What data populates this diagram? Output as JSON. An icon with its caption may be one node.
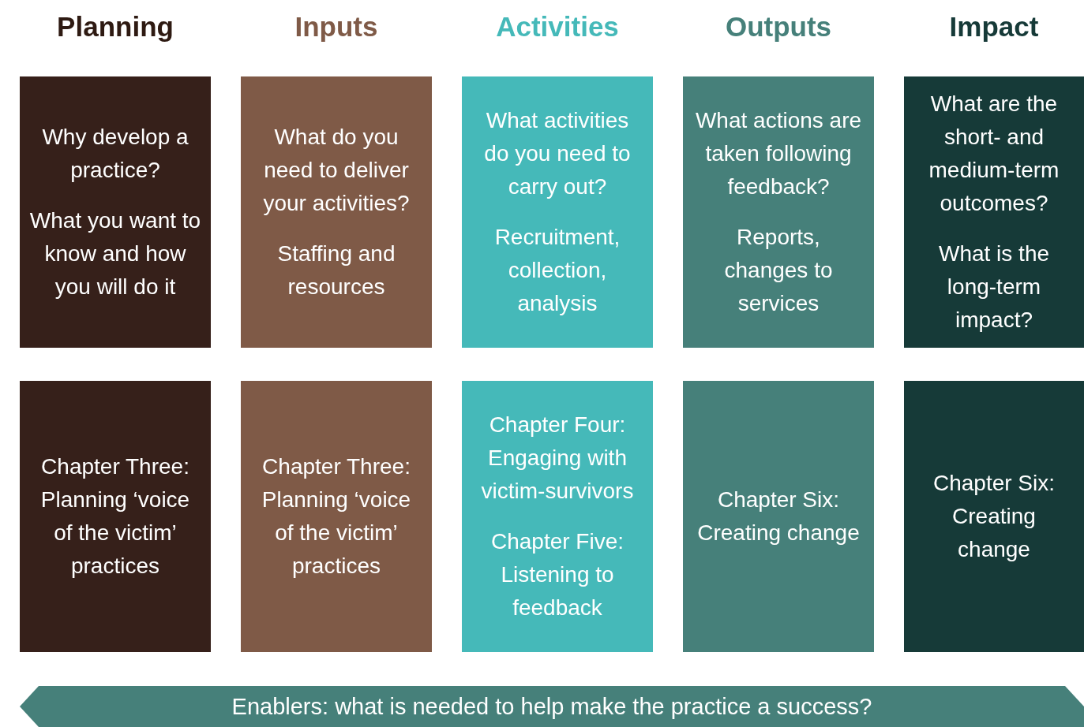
{
  "diagram": {
    "nodes": [
      {
        "text": [
          "Why develop a practice?",
          "What you want to know and how you will do it"
        ]
      },
      {
        "text": [
          "What do you need to deliver your activities?",
          "Staffing and resources"
        ]
      },
      {
        "text": [
          "What activities do you need to carry out?",
          "Recruitment, collection, analysis"
        ]
      },
      {
        "text": [
          "What actions are taken following feedback?",
          "Reports, changes to services"
        ]
      },
      {
        "text": [
          "What are the short- and medium-term outcomes?",
          "What is the long-term impact?"
        ]
      },
      {
        "text": [
          "Chapter Three: Planning ‘voice of the victim’ practices"
        ]
      },
      {
        "text": [
          "Chapter Three: Planning ‘voice of the victim’ practices"
        ]
      },
      {
        "text": [
          "Chapter Four: Engaging with victim-survivors",
          "Chapter Five: Listening to feedback"
        ]
      },
      {
        "text": [
          "Chapter Six: Creating change"
        ]
      },
      {
        "text": [
          "Chapter Six: Creating change"
        ]
      },
      {
        "text": [
          "Enablers: what is needed to help make the practice a success?"
        ]
      }
    ],
    "edges": [],
    "labels": [
      "Planning",
      "Inputs",
      "Activities",
      "Outputs",
      "Impact"
    ]
  }
}
